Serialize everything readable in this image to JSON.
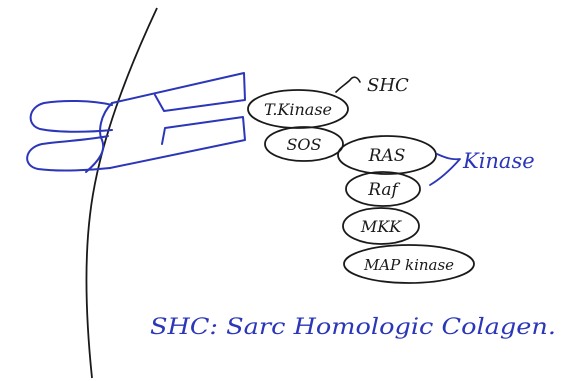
{
  "diagram": {
    "nodes": {
      "t_kinase": "T.Kinase",
      "sos": "SOS",
      "ras": "RAS",
      "raf": "Raf",
      "mkk": "MKK",
      "map_kinase": "MAP kinase"
    },
    "labels": {
      "shc": "SHC",
      "kinase": "Kinase"
    },
    "footnote": "SHC: Sarc Homologic Colagen."
  },
  "colors": {
    "ink": "#1a1a1a",
    "blue_ink": "#2b36b8"
  }
}
